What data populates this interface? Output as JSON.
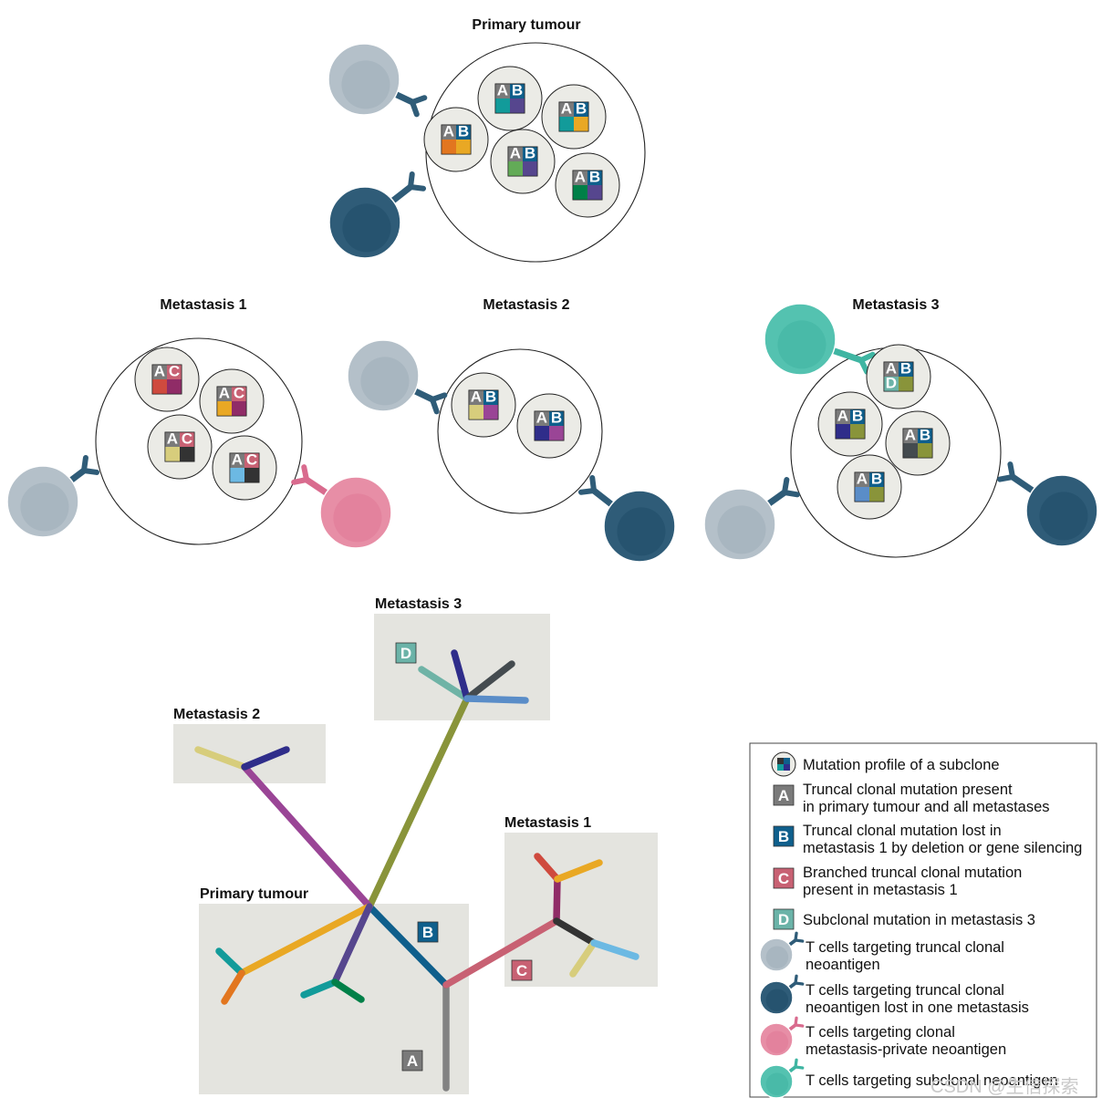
{
  "colors": {
    "A": "#7a7a7a",
    "B": "#0f5f8c",
    "C": "#c86173",
    "D": "#6bb3a8",
    "tcell_truncal": "#b4c0c9",
    "tcell_lost": "#2f5c78",
    "tcell_private": "#e78ea6",
    "tcell_subclonal": "#54c2b0",
    "box": "#e4e4df",
    "olive": "#89943a",
    "purple": "#9a4596",
    "navy": "#2f2d8a",
    "teal": "#129b9a",
    "orange": "#e2761f",
    "amber": "#e9a824",
    "green": "#008048",
    "slate": "#444b4f",
    "skyblue": "#6cb9e3",
    "khaki": "#d7cd7c",
    "sage": "#6fb3a6",
    "red": "#cf4a3e",
    "magenta": "#902c67",
    "steel": "#5a8dc8",
    "leafgreen": "#63ab57",
    "charcoal": "#333333",
    "grey": "#828282"
  },
  "panels": {
    "primary": {
      "title": "Primary tumour",
      "subclones": [
        {
          "labels": [
            "A",
            "B"
          ],
          "fills": [
            "teal",
            "navypurple"
          ]
        },
        {
          "labels": [
            "A",
            "B"
          ],
          "fills": [
            "teal",
            "amber"
          ]
        },
        {
          "labels": [
            "A",
            "B"
          ],
          "fills": [
            "orange",
            "amber"
          ]
        },
        {
          "labels": [
            "A",
            "B"
          ],
          "fills": [
            "leafgreen",
            "navypurple"
          ]
        },
        {
          "labels": [
            "A",
            "B"
          ],
          "fills": [
            "green",
            "navypurple"
          ]
        }
      ],
      "tcells": [
        "truncal",
        "lost"
      ]
    },
    "met1": {
      "title": "Metastasis 1",
      "subclones": [
        {
          "labels": [
            "A",
            "C"
          ],
          "fills": [
            "red",
            "magenta"
          ]
        },
        {
          "labels": [
            "A",
            "C"
          ],
          "fills": [
            "amber",
            "magenta"
          ]
        },
        {
          "labels": [
            "A",
            "C"
          ],
          "fills": [
            "khaki",
            "charcoal"
          ]
        },
        {
          "labels": [
            "A",
            "C"
          ],
          "fills": [
            "skyblue",
            "charcoal"
          ]
        }
      ],
      "tcells": [
        "truncal",
        "private"
      ]
    },
    "met2": {
      "title": "Metastasis 2",
      "subclones": [
        {
          "labels": [
            "A",
            "B"
          ],
          "fills": [
            "khaki",
            "purple"
          ]
        },
        {
          "labels": [
            "A",
            "B"
          ],
          "fills": [
            "navy",
            "purple"
          ]
        }
      ],
      "tcells": [
        "truncal",
        "lost"
      ]
    },
    "met3": {
      "title": "Metastasis 3",
      "subclones": [
        {
          "labels": [
            "A",
            "B",
            "D"
          ],
          "fills": [
            "D",
            "olive"
          ]
        },
        {
          "labels": [
            "A",
            "B"
          ],
          "fills": [
            "navy",
            "olive"
          ]
        },
        {
          "labels": [
            "A",
            "B"
          ],
          "fills": [
            "slate",
            "olive"
          ]
        },
        {
          "labels": [
            "A",
            "B"
          ],
          "fills": [
            "steel",
            "olive"
          ]
        }
      ],
      "tcells": [
        "subclonal",
        "truncal",
        "lost"
      ]
    }
  },
  "tree": {
    "regions": {
      "primary": "Primary tumour",
      "met1": "Metastasis 1",
      "met2": "Metastasis 2",
      "met3": "Metastasis 3"
    },
    "badges": {
      "A": "A",
      "B": "B",
      "C": "C",
      "D": "D"
    }
  },
  "legend": {
    "items": [
      {
        "key": "profile",
        "text": [
          "Mutation profile of a subclone"
        ]
      },
      {
        "key": "A",
        "text": [
          "Truncal clonal mutation present",
          "in primary tumour and all metastases"
        ]
      },
      {
        "key": "B",
        "text": [
          "Truncal clonal mutation lost in",
          "metastasis 1 by deletion or gene silencing"
        ]
      },
      {
        "key": "C",
        "text": [
          "Branched truncal clonal mutation",
          "present in metastasis 1"
        ]
      },
      {
        "key": "D",
        "text": [
          "Subclonal mutation in metastasis 3"
        ]
      },
      {
        "key": "truncal",
        "text": [
          "T cells targeting truncal clonal",
          "neoantigen"
        ]
      },
      {
        "key": "lost",
        "text": [
          "T cells targeting truncal clonal",
          "neoantigen lost in one metastasis"
        ]
      },
      {
        "key": "private",
        "text": [
          "T cells targeting clonal",
          "metastasis-private neoantigen"
        ]
      },
      {
        "key": "subclonal",
        "text": [
          "T cells targeting subclonal neoantigen"
        ]
      }
    ]
  },
  "watermark": "CSDN @生信探索"
}
